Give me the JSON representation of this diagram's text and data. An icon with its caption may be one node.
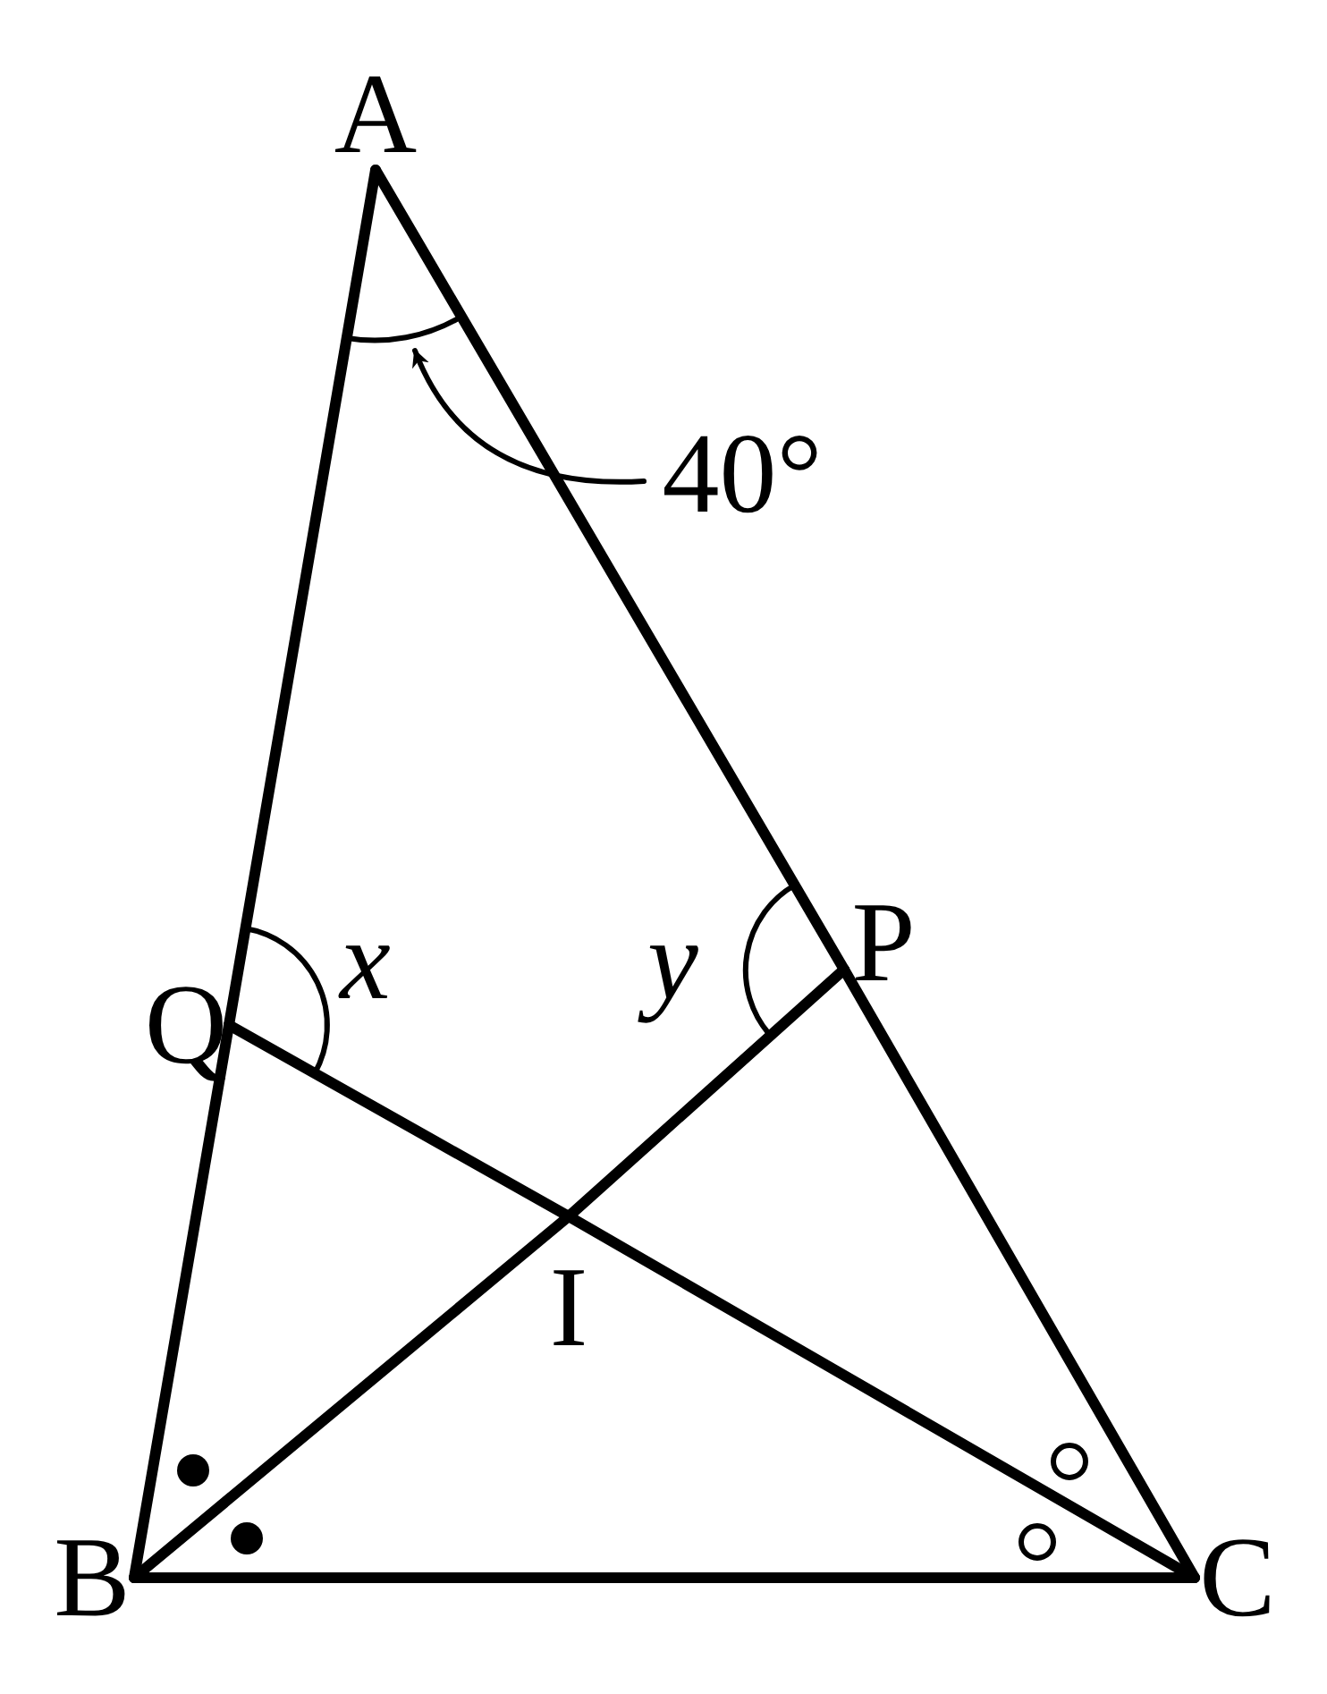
{
  "diagram": {
    "nodes": [
      {
        "text": [
          "A"
        ]
      },
      {
        "text": [
          "Q"
        ]
      },
      {
        "text": [
          "P"
        ]
      },
      {
        "text": [
          "I"
        ]
      },
      {
        "text": [
          "B"
        ]
      },
      {
        "text": [
          "C"
        ]
      },
      {
        "text": [
          "40°"
        ]
      },
      {
        "text": [],
        "shape": "arc"
      }
    ],
    "edges": [
      {
        "from": 0,
        "to": 1,
        "arrow": "none"
      },
      {
        "from": 1,
        "to": 4,
        "arrow": "none"
      },
      {
        "from": 0,
        "to": 2,
        "arrow": "none"
      },
      {
        "from": 2,
        "to": 5,
        "arrow": "none"
      },
      {
        "from": 4,
        "to": 5,
        "arrow": "none"
      },
      {
        "from": 4,
        "to": 3,
        "arrow": "none"
      },
      {
        "from": 3,
        "to": 2,
        "arrow": "none"
      },
      {
        "from": 5,
        "to": 3,
        "arrow": "none"
      },
      {
        "from": 3,
        "to": 1,
        "arrow": "none"
      },
      {
        "from": 6,
        "to": 7,
        "arrow": "to"
      }
    ],
    "labels": [
      "x",
      "y"
    ]
  }
}
